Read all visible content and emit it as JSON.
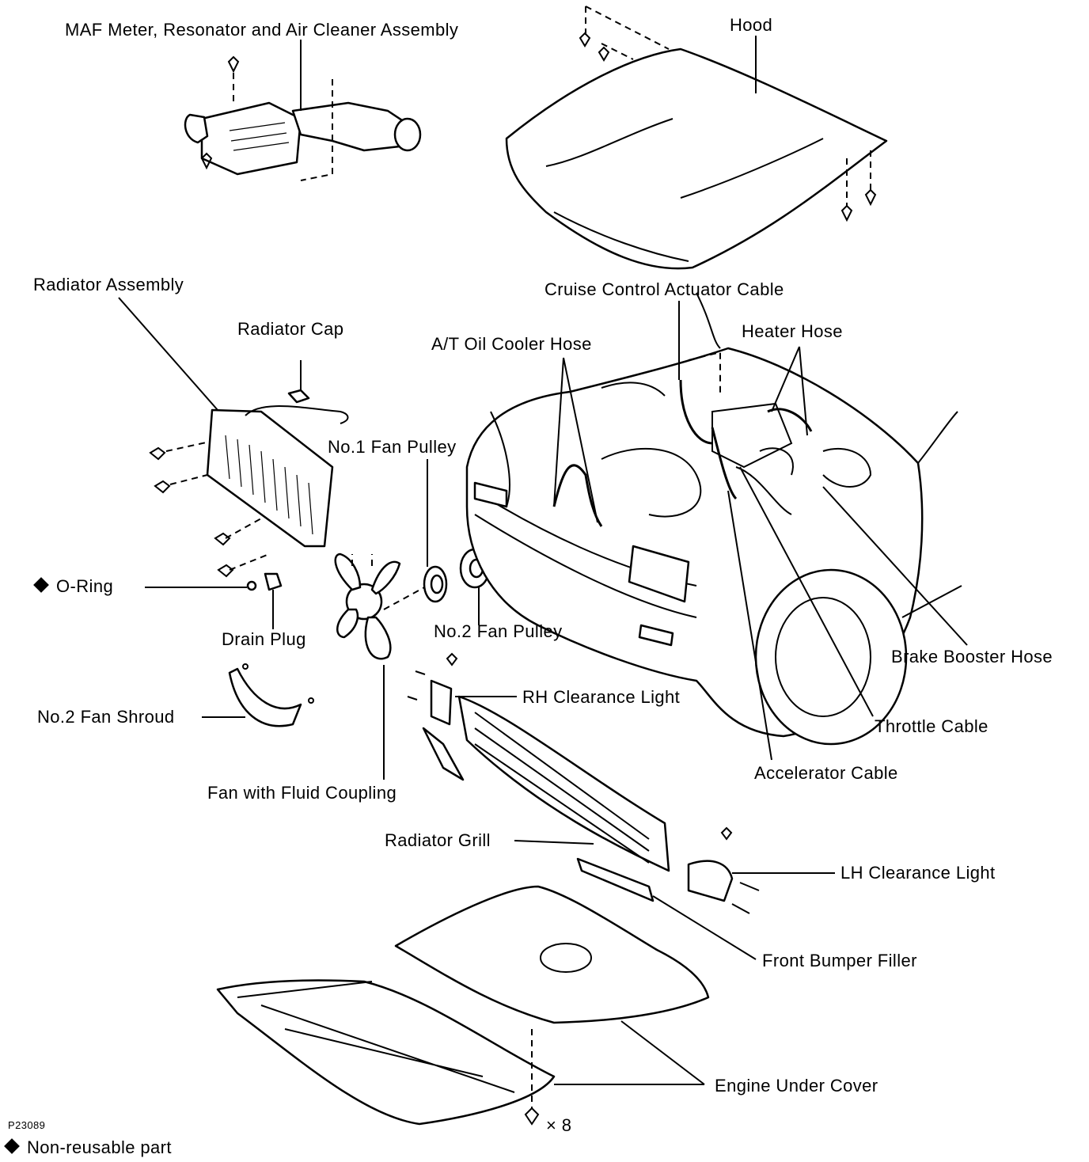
{
  "labels": {
    "maf": "MAF Meter, Resonator and Air Cleaner Assembly",
    "hood": "Hood",
    "radiator_assembly": "Radiator Assembly",
    "radiator_cap": "Radiator Cap",
    "cruise_cable": "Cruise Control Actuator Cable",
    "at_hose": "A/T Oil Cooler Hose",
    "heater_hose": "Heater Hose",
    "fan_pulley_1": "No.1 Fan Pulley",
    "o_ring": "O-Ring",
    "drain_plug": "Drain Plug",
    "fan_pulley_2": "No.2 Fan Pulley",
    "brake_hose": "Brake Booster Hose",
    "rh_light": "RH Clearance Light",
    "fan_shroud": "No.2 Fan Shroud",
    "throttle_cable": "Throttle Cable",
    "accel_cable": "Accelerator Cable",
    "fan_coupling": "Fan with Fluid Coupling",
    "radiator_grill": "Radiator Grill",
    "lh_light": "LH Clearance Light",
    "bumper_filler": "Front Bumper Filler",
    "under_cover": "Engine Under Cover",
    "bolt_count": "× 8",
    "figure_code": "P23089"
  },
  "legend": {
    "text": "Non-reusable part"
  },
  "icons": {
    "non_reusable_marker": "black-diamond-icon"
  }
}
